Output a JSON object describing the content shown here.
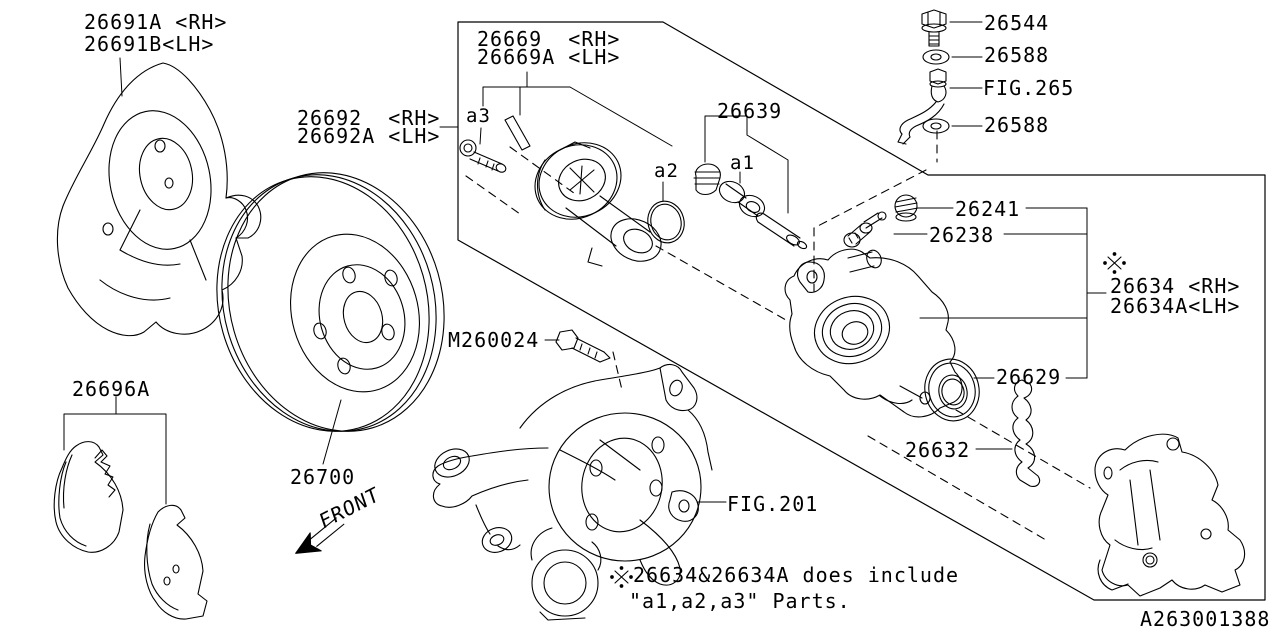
{
  "figure": {
    "id_code": "A263001388",
    "front_label": "FRONT",
    "reference_mark": "※",
    "footnote": {
      "mark": "※",
      "line1": "26634&26634A does include",
      "line2": "\"a1,a2,a3\" Parts."
    }
  },
  "part_labels": {
    "backing_plate_rh": "26691A <RH>",
    "backing_plate_lh": "26691B<LH>",
    "caliper_repair_kit_rh": "26692  <RH>",
    "caliper_repair_kit_lh": "26692A <LH>",
    "piston_kit_rh": "26669  <RH>",
    "piston_kit_lh": "26669A <LH>",
    "pin_boot_kit": "26639",
    "sub_part_a1": "a1",
    "sub_part_a2": "a2",
    "sub_part_a3": "a3",
    "union_bolt": "26544",
    "gasket_upper": "26588",
    "gasket_lower": "26588",
    "brake_hose_fig": "FIG.265",
    "bleeder_cap": "26241",
    "air_bleeder_screw": "26238",
    "caliper_body_rh": "26634 <RH>",
    "caliper_body_lh": "26634A<LH>",
    "piston_seal": "26629",
    "pad_clip": "26632",
    "knuckle_bolt": "M260024",
    "rear_knuckle_fig": "FIG.201",
    "disc_rotor": "26700",
    "pad_kit": "26696A"
  }
}
